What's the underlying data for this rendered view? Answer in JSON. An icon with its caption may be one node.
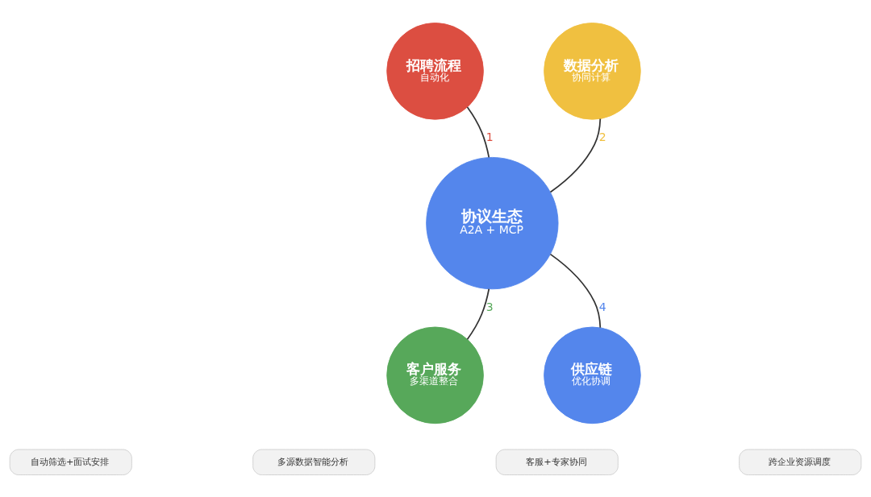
{
  "diagram": {
    "nodes": [
      {
        "text": [
          "协议生态",
          "A2A + MCP"
        ]
      },
      {
        "text": [
          "招聘流程",
          "自动化"
        ]
      },
      {
        "text": [
          "数据分析",
          "协同计算"
        ]
      },
      {
        "text": [
          "客户服务",
          "多渠道整合"
        ]
      },
      {
        "text": [
          "供应链",
          "优化协调"
        ]
      },
      {
        "text": [
          "自动筛选+面试安排"
        ]
      },
      {
        "text": [
          "多源数据智能分析"
        ]
      },
      {
        "text": [
          "客服+专家协同"
        ]
      },
      {
        "text": [
          "跨企业资源调度"
        ]
      }
    ],
    "edges": [
      {
        "from": 0,
        "to": 1,
        "arrow": "none",
        "label": "1"
      },
      {
        "from": 0,
        "to": 2,
        "arrow": "none",
        "label": "2"
      },
      {
        "from": 0,
        "to": 3,
        "arrow": "none",
        "label": "3"
      },
      {
        "from": 0,
        "to": 4,
        "arrow": "none",
        "label": "4"
      }
    ]
  }
}
